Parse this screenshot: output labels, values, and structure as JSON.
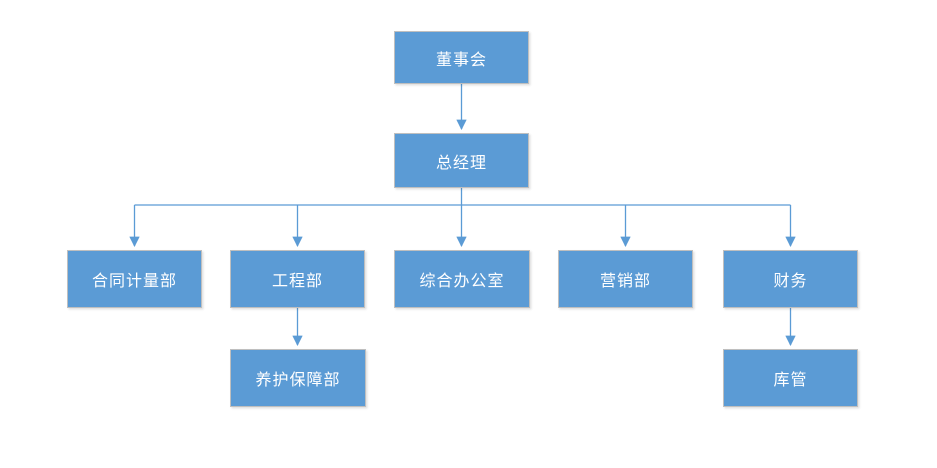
{
  "diagram": {
    "type": "org-chart",
    "nodes": [
      {
        "id": "board",
        "label": "董事会",
        "level": 1,
        "parent": null
      },
      {
        "id": "general-manager",
        "label": "总经理",
        "level": 2,
        "parent": "board"
      },
      {
        "id": "contract-measurement",
        "label": "合同计量部",
        "level": 3,
        "parent": "general-manager"
      },
      {
        "id": "engineering",
        "label": "工程部",
        "level": 3,
        "parent": "general-manager"
      },
      {
        "id": "general-office",
        "label": "综合办公室",
        "level": 3,
        "parent": "general-manager"
      },
      {
        "id": "marketing",
        "label": "营销部",
        "level": 3,
        "parent": "general-manager"
      },
      {
        "id": "finance",
        "label": "财务",
        "level": 3,
        "parent": "general-manager"
      },
      {
        "id": "maintenance-support",
        "label": "养护保障部",
        "level": 4,
        "parent": "engineering"
      },
      {
        "id": "warehouse",
        "label": "库管",
        "level": 4,
        "parent": "finance"
      }
    ],
    "edges": [
      {
        "from": "董事会",
        "to": "总经理"
      },
      {
        "from": "总经理",
        "to": "合同计量部"
      },
      {
        "from": "总经理",
        "to": "工程部"
      },
      {
        "from": "总经理",
        "to": "综合办公室"
      },
      {
        "from": "总经理",
        "to": "营销部"
      },
      {
        "from": "总经理",
        "to": "财务"
      },
      {
        "from": "工程部",
        "to": "养护保障部"
      },
      {
        "from": "财务",
        "to": "库管"
      }
    ],
    "colors": {
      "node_fill": "#5B9BD5",
      "node_border": "#BFBFBF",
      "node_text": "#FFFFFF",
      "connector": "#5B9BD5",
      "background": "#FFFFFF"
    }
  }
}
